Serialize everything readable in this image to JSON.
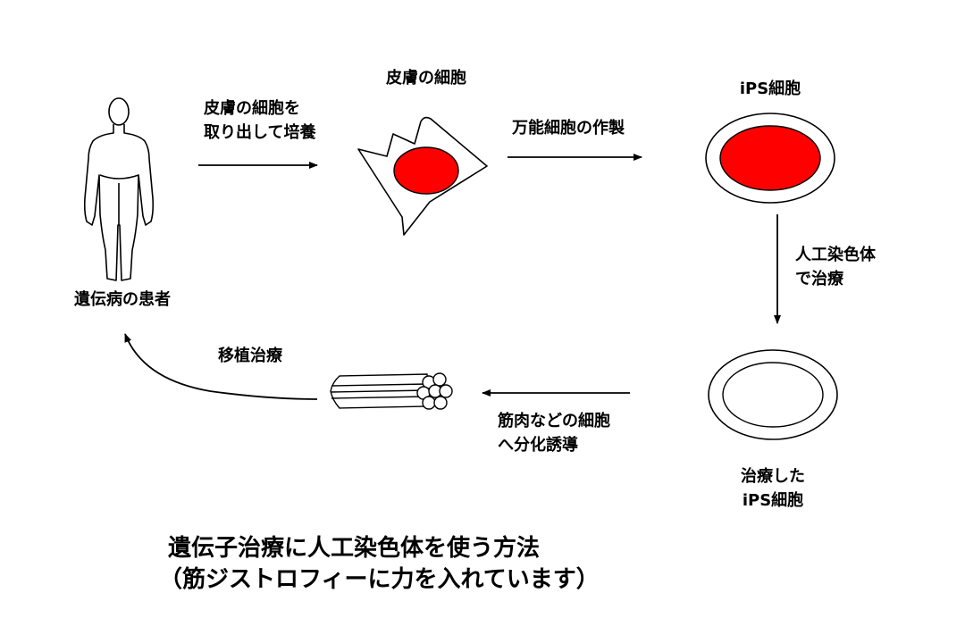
{
  "colors": {
    "nucleus": "#ff0000",
    "stroke": "#000000",
    "background": "#ffffff"
  },
  "icons": {
    "patient": "human-body-outline-icon",
    "skin_cell": "skin-cell-icon",
    "ips_cell": "ips-cell-icon",
    "treated_ips_cell": "treated-ips-cell-icon",
    "muscle_fiber": "muscle-fiber-bundle-icon"
  },
  "labels": {
    "patient": "遺伝病の患者",
    "skin_cell": "皮膚の細胞",
    "ips_cell": "iPS細胞",
    "treated_ips_cell": [
      "治療した",
      "iPS細胞"
    ]
  },
  "steps": {
    "culture": [
      "皮膚の細胞を",
      "取り出して培養"
    ],
    "reprogram": "万能細胞の作製",
    "hac_treatment": [
      "人工染色体",
      "で治療"
    ],
    "differentiate": [
      "筋肉などの細胞",
      "へ分化誘導"
    ],
    "transplant": "移植治療"
  },
  "caption": {
    "title": "遺伝子治療に人工染色体を使う方法",
    "subtitle": "（筋ジストロフィーに力を入れています）"
  }
}
